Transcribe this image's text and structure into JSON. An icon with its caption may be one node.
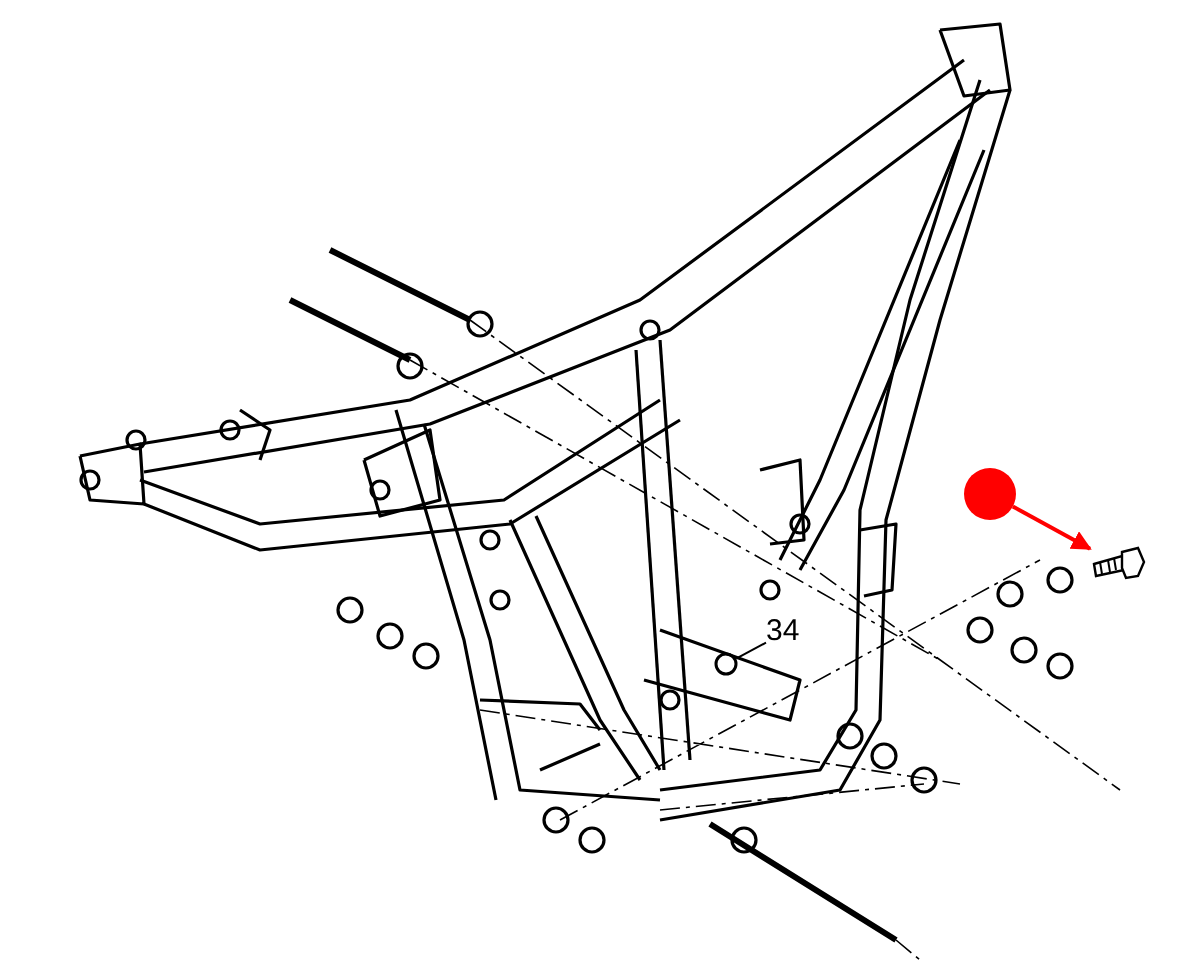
{
  "diagram": {
    "nodes": [
      {
        "text": [
          "34"
        ]
      },
      {
        "text": [],
        "shape": "circle"
      },
      {
        "text": [],
        "shape": "circle"
      },
      {
        "text": [],
        "shape": "picture"
      }
    ],
    "edges": [
      {
        "from": 0,
        "to": 1,
        "arrow": "none"
      },
      {
        "from": 2,
        "to": 3,
        "arrow": "to",
        "color": "#ff0000"
      }
    ]
  }
}
